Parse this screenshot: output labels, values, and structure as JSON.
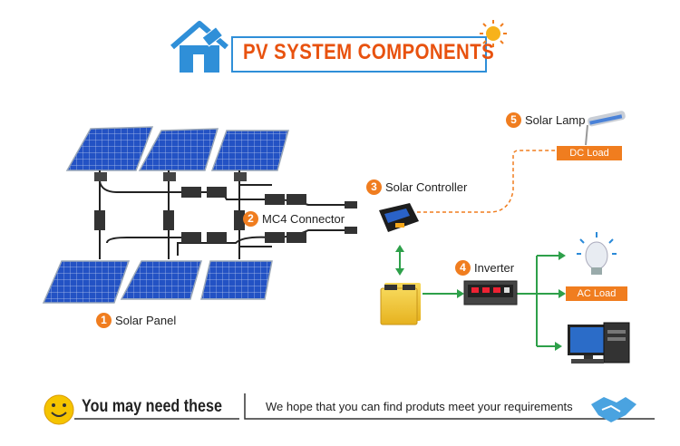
{
  "title": "PV SYSTEM COMPONENTS",
  "components": [
    {
      "num": "1",
      "label": "Solar Panel"
    },
    {
      "num": "2",
      "label": "MC4 Connector"
    },
    {
      "num": "3",
      "label": "Solar Controller"
    },
    {
      "num": "4",
      "label": "Inverter"
    },
    {
      "num": "5",
      "label": "Solar Lamp"
    }
  ],
  "loads": {
    "dc": "DC Load",
    "ac": "AC Load"
  },
  "footer": {
    "need": "You may need these",
    "hope": "We hope that you can find produts meet your requirements"
  },
  "colors": {
    "accent": "#f07d1f",
    "title": "#e8520f",
    "arrow": "#2ea04a",
    "wire": "#222222",
    "house": "#2f8fd8",
    "panel": "#1f4fb8"
  },
  "icons": [
    "house-icon",
    "sun-icon",
    "smiley-icon",
    "handshake-icon",
    "lamp-icon",
    "bulb-icon",
    "computer-icon",
    "battery-icon"
  ]
}
